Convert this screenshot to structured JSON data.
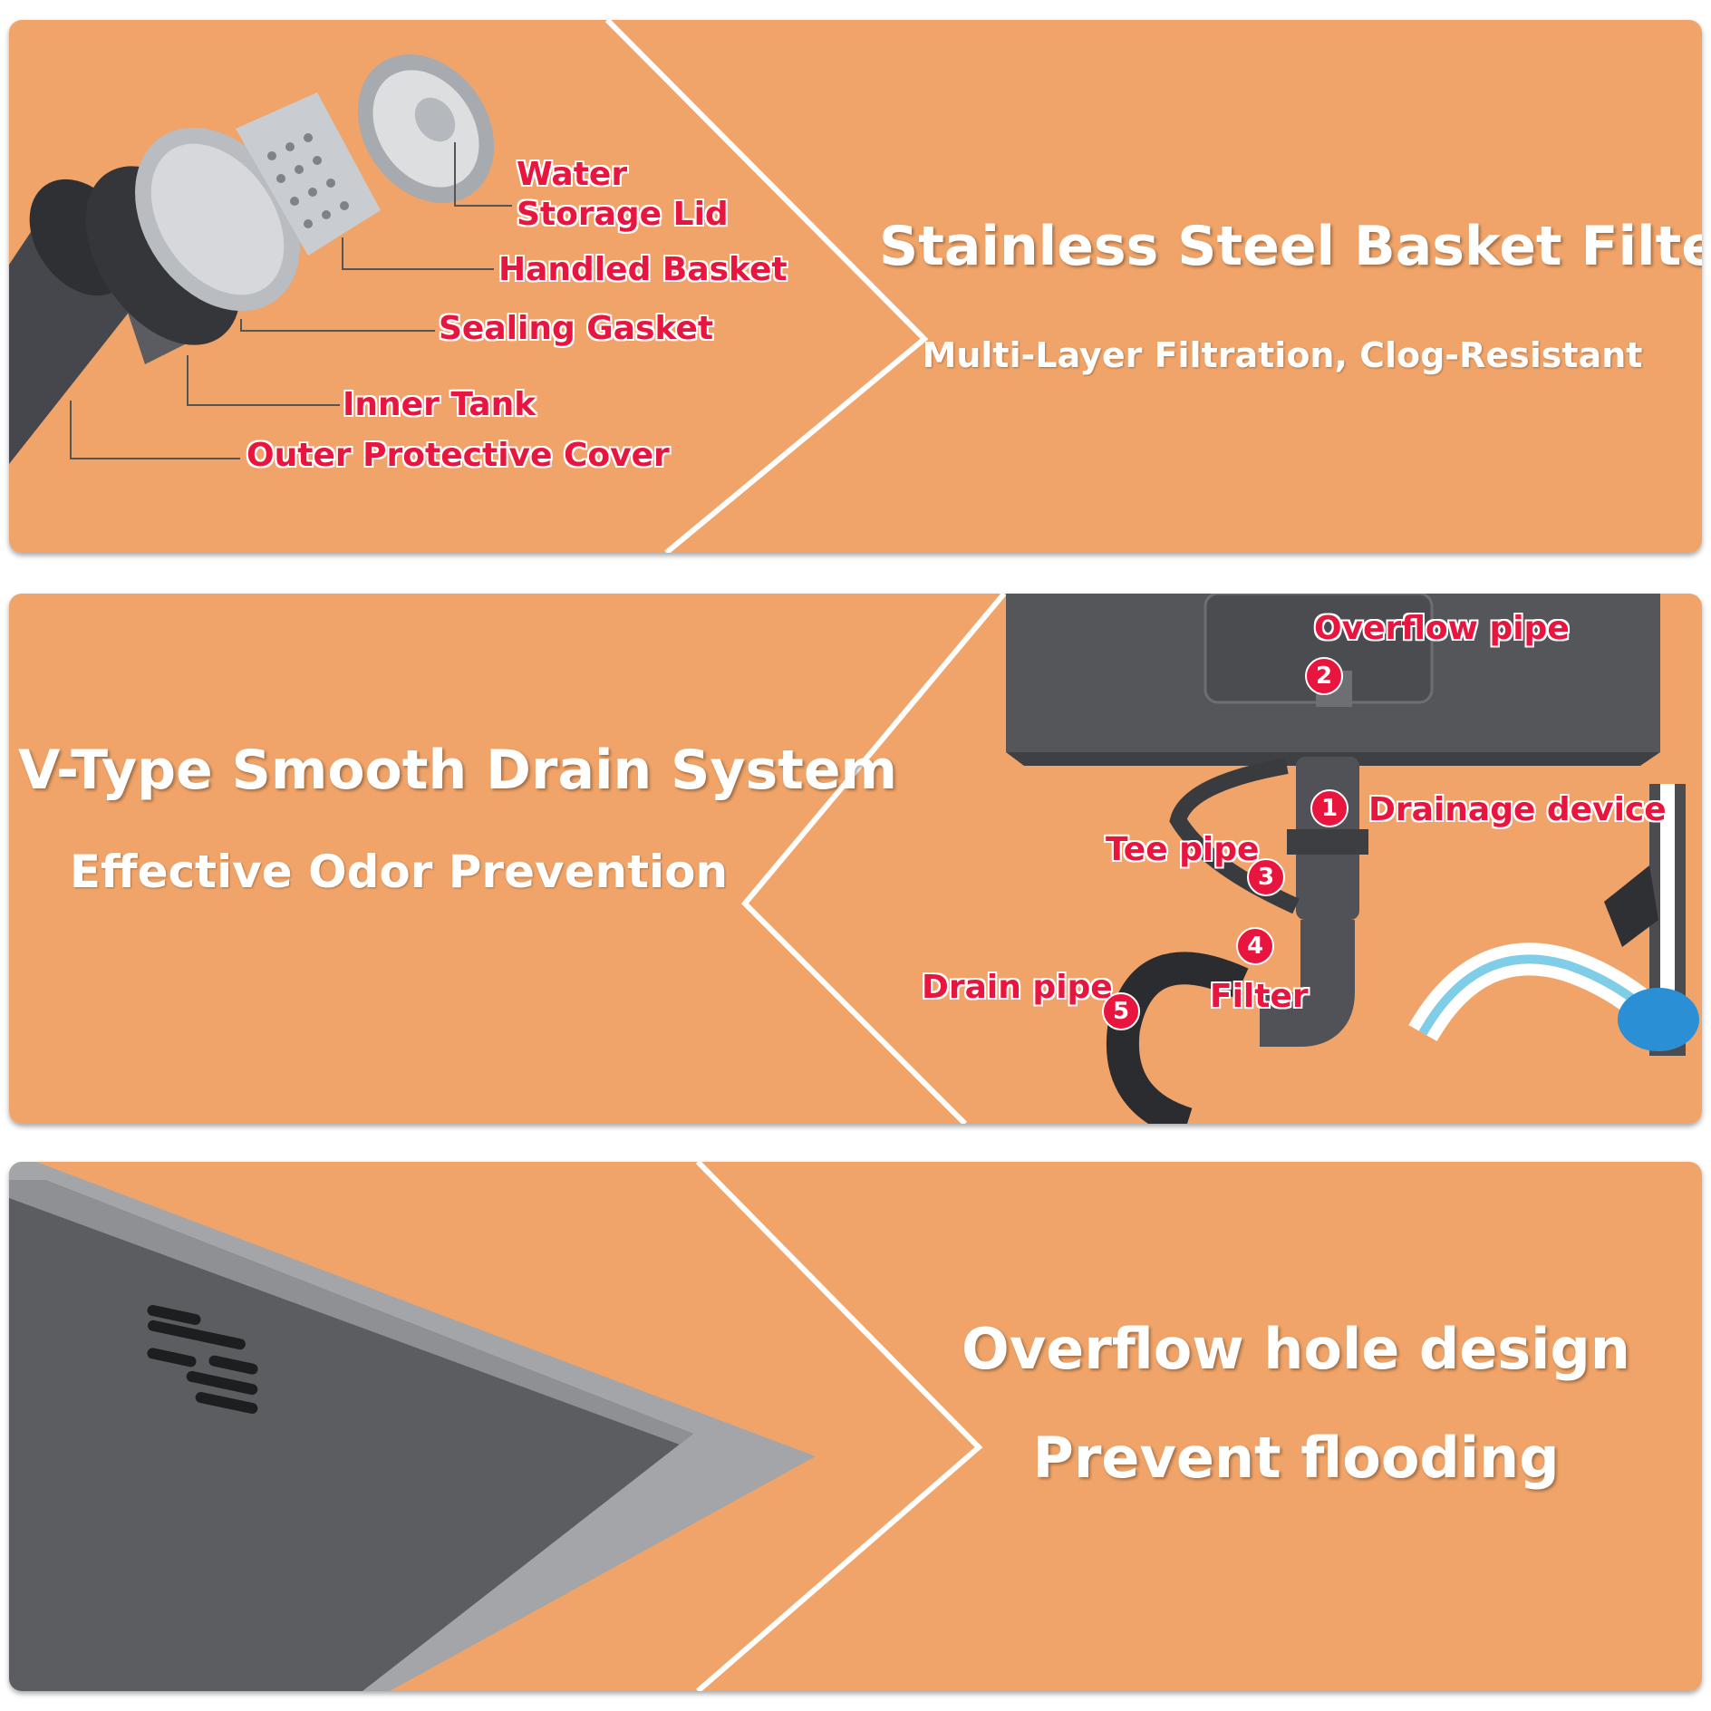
{
  "colors": {
    "panel_bg": "#f0a469",
    "label_red": "#e8163f",
    "chevron_line": "#ffffff",
    "dark_metal": "#4e5054"
  },
  "panel1": {
    "title": "Stainless Steel Basket Filter",
    "subtitle": "Multi-Layer Filtration, Clog-Resistant",
    "labels": {
      "water_storage_lid_line1": "Water",
      "water_storage_lid_line2": "Storage Lid",
      "handled_basket": "Handled Basket",
      "sealing_gasket": "Sealing Gasket",
      "inner_tank": "Inner Tank",
      "outer_protective_cover": "Outer Protective Cover"
    }
  },
  "panel2": {
    "title": "V-Type Smooth Drain System",
    "subtitle": "Effective Odor Prevention",
    "labels": {
      "overflow_pipe": "Overflow pipe",
      "drainage_device": "Drainage device",
      "tee_pipe": "Tee pipe",
      "drain_pipe": "Drain pipe",
      "filter": "Filter"
    },
    "numbers": [
      "1",
      "2",
      "3",
      "4",
      "5"
    ]
  },
  "panel3": {
    "title": "Overflow hole design",
    "subtitle": "Prevent flooding"
  }
}
